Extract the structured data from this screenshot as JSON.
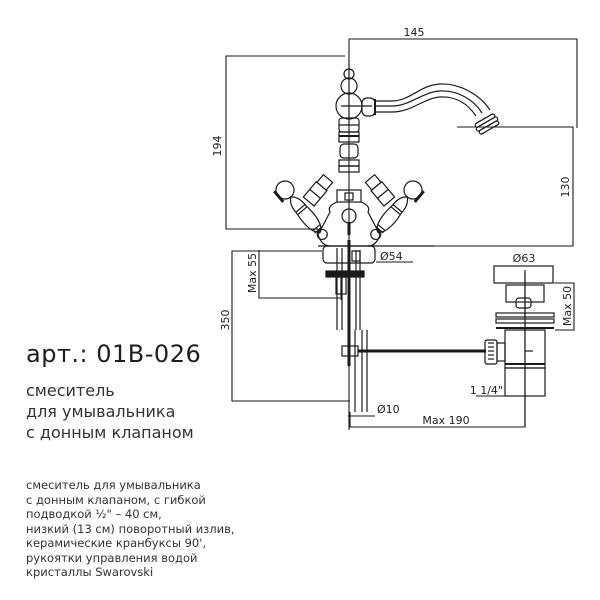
{
  "product": {
    "article": "арт.: 01B-026",
    "subtitle_lines": [
      "смеситель",
      "для умывальника",
      "с донным клапаном"
    ],
    "description_lines": [
      "смеситель для умывальника",
      "с донным клапаном, с гибкой",
      "подводкой ½\" – 40 см,",
      "низкий (13 см) поворотный излив,",
      "керамические кранбуксы 90',",
      "рукоятки управления водой",
      "кристаллы Swarovski"
    ]
  },
  "drawing": {
    "line_color": "#1a1a1a",
    "dimensions": {
      "spout_reach": "145",
      "total_height": "194",
      "spout_height": "130",
      "max_deck_thickness": "Max 55",
      "hose_length": "350",
      "base_diameter": "Ø54",
      "drain_cap_diameter": "Ø63",
      "drain_max_thickness": "Max 50",
      "drain_thread": "1 1/4\"",
      "rod_diameter": "Ø10",
      "max_rod_reach": "Max 190"
    }
  }
}
